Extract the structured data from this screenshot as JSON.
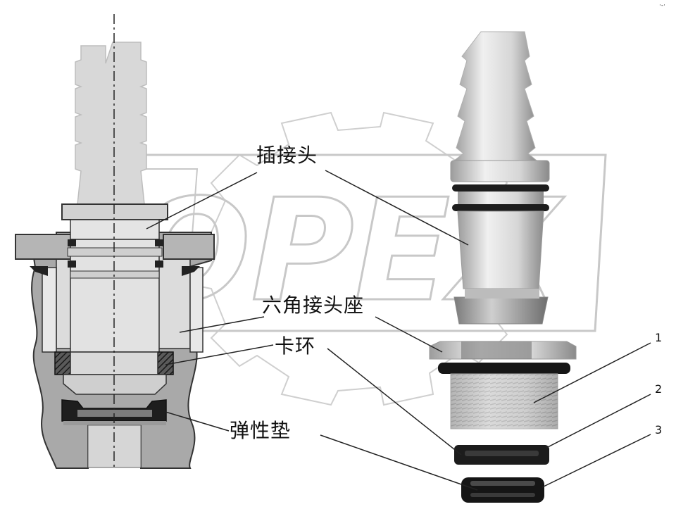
{
  "labels": {
    "plug": "插接头",
    "hex_seat": "六角接头座",
    "snap_ring": "卡环",
    "elastic_pad": "弹性垫"
  },
  "callouts": [
    "1",
    "2",
    "3"
  ],
  "watermark": "OPEX",
  "corner_mark": "·-·"
}
